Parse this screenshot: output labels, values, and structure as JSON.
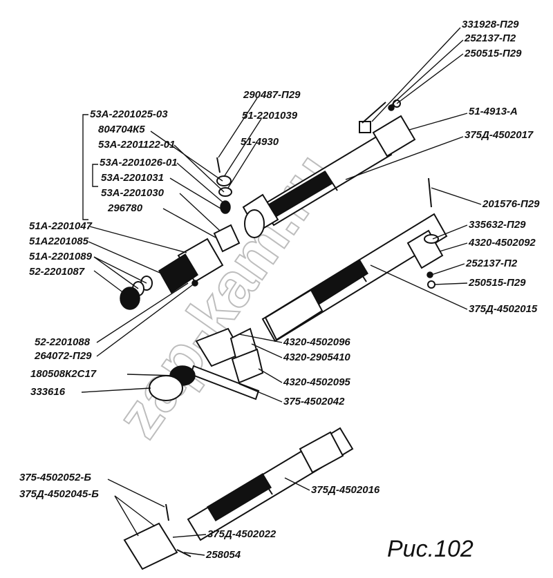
{
  "figure": {
    "caption": "Рис.102",
    "watermark": "zap-kam.ru"
  },
  "labels": [
    "331928-П29",
    "252137-П2",
    "250515-П29",
    "51-4913-А",
    "375Д-4502017",
    "290487-П29",
    "51-2201039",
    "51-4930",
    "53А-2201025-03",
    "804704К5",
    "53А-2201122-01",
    "53А-2201026-01",
    "53А-2201031",
    "53А-2201030",
    "296780",
    "51А-2201047",
    "51А2201085",
    "51А-2201089",
    "52-2201087",
    "201576-П29",
    "335632-П29",
    "4320-4502092",
    "252137-П2",
    "250515-П29",
    "375Д-4502015",
    "52-2201088",
    "264072-П29",
    "4320-4502096",
    "4320-2905410",
    "180508К2С17",
    "4320-4502095",
    "333616",
    "375-4502042",
    "375-4502052-Б",
    "375Д-4502045-Б",
    "375Д-4502016",
    "375Д-4502022",
    "258054"
  ]
}
